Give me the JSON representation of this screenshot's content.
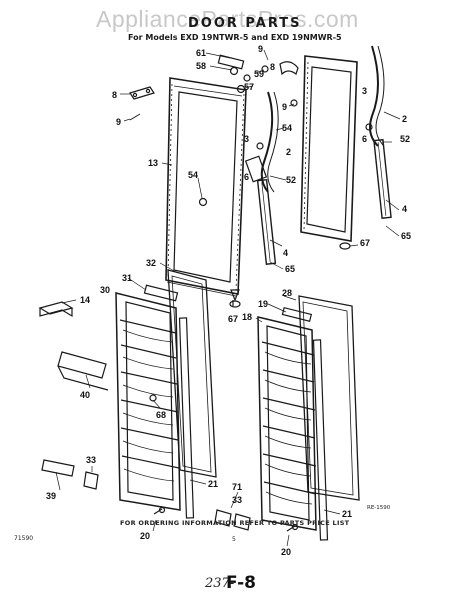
{
  "watermark": "AppliancePartsPros.com",
  "header": {
    "title": "DOOR PARTS",
    "subtitle": "For Models EXD 19NTWR-5 and EXD 19NMWR-5"
  },
  "callouts": [
    {
      "id": "c61a",
      "label": "61"
    },
    {
      "id": "c9a",
      "label": "9"
    },
    {
      "id": "c58",
      "label": "58"
    },
    {
      "id": "c59",
      "label": "59"
    },
    {
      "id": "c57",
      "label": "57"
    },
    {
      "id": "c8a",
      "label": "8"
    },
    {
      "id": "c8b",
      "label": "8"
    },
    {
      "id": "c9b",
      "label": "9"
    },
    {
      "id": "c9c",
      "label": "9"
    },
    {
      "id": "c13",
      "label": "13"
    },
    {
      "id": "c54a",
      "label": "54"
    },
    {
      "id": "c3a",
      "label": "3"
    },
    {
      "id": "c54b",
      "label": "54"
    },
    {
      "id": "c2a",
      "label": "2"
    },
    {
      "id": "c6a",
      "label": "6"
    },
    {
      "id": "c52a",
      "label": "52"
    },
    {
      "id": "c4a",
      "label": "4"
    },
    {
      "id": "c65a",
      "label": "65"
    },
    {
      "id": "c67a",
      "label": "67"
    },
    {
      "id": "c3b",
      "label": "3"
    },
    {
      "id": "c2b",
      "label": "2"
    },
    {
      "id": "c6b",
      "label": "6"
    },
    {
      "id": "c52b",
      "label": "52"
    },
    {
      "id": "c4b",
      "label": "4"
    },
    {
      "id": "c65b",
      "label": "65"
    },
    {
      "id": "c67b",
      "label": "67"
    },
    {
      "id": "c32",
      "label": "32"
    },
    {
      "id": "c31",
      "label": "31"
    },
    {
      "id": "c30",
      "label": "30"
    },
    {
      "id": "c14",
      "label": "14"
    },
    {
      "id": "c40",
      "label": "40"
    },
    {
      "id": "c68",
      "label": "68"
    },
    {
      "id": "c33a",
      "label": "33"
    },
    {
      "id": "c39",
      "label": "39"
    },
    {
      "id": "c21a",
      "label": "21"
    },
    {
      "id": "c20a",
      "label": "20"
    },
    {
      "id": "c28",
      "label": "28"
    },
    {
      "id": "c19",
      "label": "19"
    },
    {
      "id": "c18",
      "label": "18"
    },
    {
      "id": "c71",
      "label": "71"
    },
    {
      "id": "c33b",
      "label": "33"
    },
    {
      "id": "c21b",
      "label": "21"
    },
    {
      "id": "c20b",
      "label": "20"
    }
  ],
  "footer": {
    "ordering_note": "FOR ORDERING INFORMATION REFER TO PARTS PRICE LIST",
    "ref_code": "RE-1590",
    "left_code": "71590",
    "page_mark": "5",
    "handwritten": "237-",
    "figure": "F-8"
  }
}
